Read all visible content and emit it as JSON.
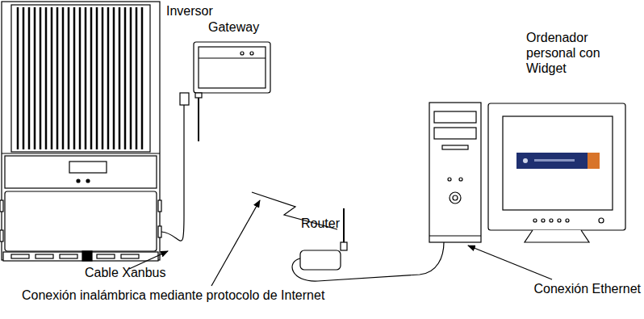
{
  "diagram": {
    "nodes": [
      {
        "text": [
          "Inversor"
        ]
      },
      {
        "text": [
          "Gateway"
        ]
      },
      {
        "text": [
          "Router"
        ]
      },
      {
        "text": [
          "Ordenador personal con Widget"
        ]
      }
    ],
    "edges": [
      {
        "from": 0,
        "to": 1,
        "arrow": "none",
        "label": "Cable Xanbus"
      },
      {
        "from": 1,
        "to": 2,
        "arrow": "none",
        "label": "Conexión inalámbrica mediante protocolo de Internet"
      },
      {
        "from": 2,
        "to": 3,
        "arrow": "none",
        "label": "Conexión Ethernet"
      }
    ]
  }
}
